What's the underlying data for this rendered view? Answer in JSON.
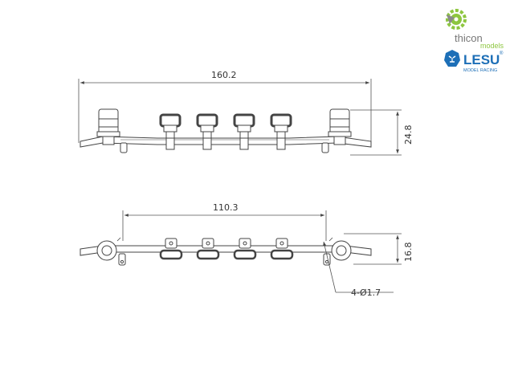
{
  "logos": {
    "thicon": {
      "name": "thicon",
      "suffix": "models",
      "icon": "gear-icon",
      "green": "#8dc63f",
      "gray": "#8a8a8a"
    },
    "lesu": {
      "name": "LESU",
      "tagline": "MODEL RACING",
      "registered": "®",
      "icon": "lion-head-icon",
      "blue": "#1d6fb7"
    }
  },
  "dimensions": {
    "top_width": "160.2",
    "top_height": "24.8",
    "bottom_width": "110.3",
    "bottom_height": "16.8",
    "hole_callout": "4-Ø1.7"
  },
  "colors": {
    "line": "#444444",
    "text": "#333333"
  }
}
